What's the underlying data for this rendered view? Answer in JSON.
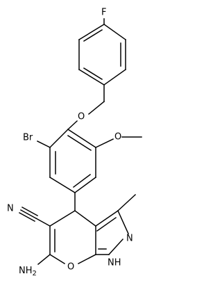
{
  "structure": {
    "atoms": {
      "fluorine": "F",
      "ether_oxygen": "O",
      "bromine": "Br",
      "methoxy_oxygen": "O",
      "nitrile_nitrogen": "N",
      "pyrazole_nitrogen": "N",
      "amino_group": "NH",
      "amino_subscript": "2",
      "ring_oxygen": "O",
      "pyrazole_nh": "NH",
      "pyrazole_h": "H"
    }
  }
}
